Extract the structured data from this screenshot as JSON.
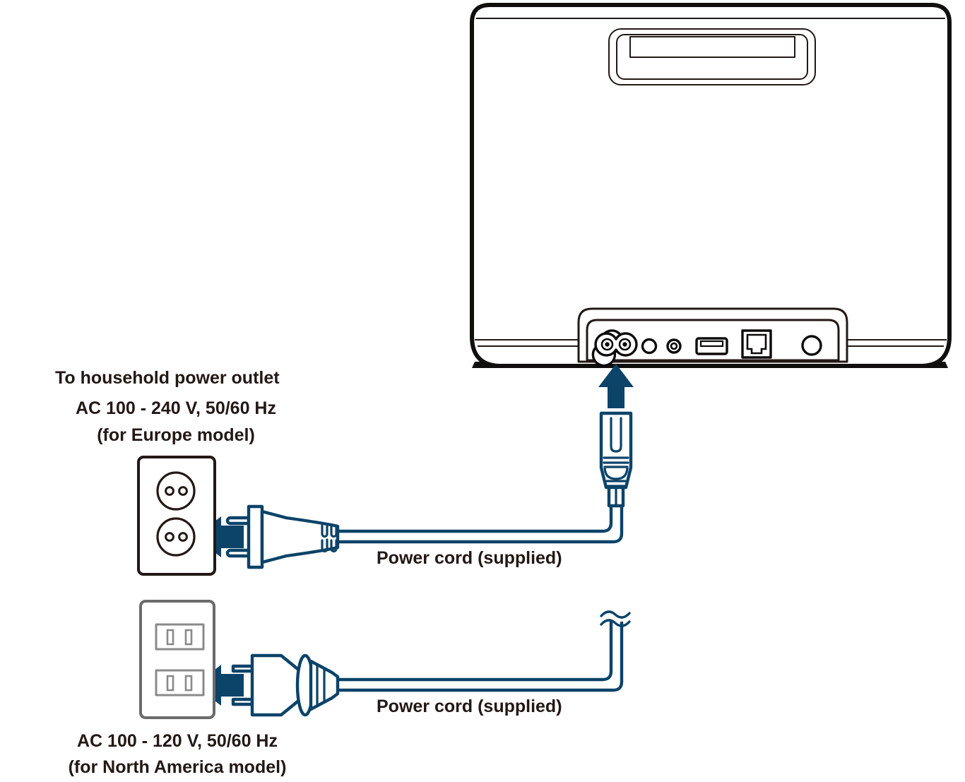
{
  "diagram": {
    "title": "Power cord connection diagram",
    "colors": {
      "accent_blue": "#0c4369",
      "outline_black": "#110f0d",
      "text": "#231815",
      "outlet_na_gray": "#6b6b6b",
      "background": "#ffffff"
    }
  },
  "labels": {
    "outlet_heading": "To household power outlet",
    "europe_voltage": "AC 100 - 240 V, 50/60 Hz",
    "europe_model": "(for Europe model)",
    "north_america_voltage": "AC 100 - 120 V, 50/60 Hz",
    "north_america_model": "(for North America model)",
    "power_cord_europe": "Power cord (supplied)",
    "power_cord_north_america": "Power cord (supplied)"
  },
  "device": {
    "name": "Wireless speaker rear view",
    "handle": "Carry handle recess",
    "ports": [
      {
        "id": "ac-inlet",
        "label": "AC IN (figure-8 / C8 inlet)"
      },
      {
        "id": "round-hole",
        "label": "Round recessed hole"
      },
      {
        "id": "small-jack",
        "label": "Small round jack"
      },
      {
        "id": "usb-port",
        "label": "USB Type-A port"
      },
      {
        "id": "lan-port",
        "label": "LAN / RJ-45 port"
      },
      {
        "id": "right-jack",
        "label": "Round jack"
      }
    ]
  },
  "connections": [
    {
      "id": "europe",
      "plug_type": "Europlug (CEE 7/16) two round pins",
      "outlet_type": "European two-socket wall outlet",
      "cord_label": "Power cord (supplied)",
      "connector": "IEC C7 figure-8 connector"
    },
    {
      "id": "north-america",
      "plug_type": "NEMA 1-15 two flat blades",
      "outlet_type": "North American two-receptacle wall outlet",
      "cord_label": "Power cord (supplied)",
      "cord_break": "cord continues (break symbol)"
    }
  ]
}
